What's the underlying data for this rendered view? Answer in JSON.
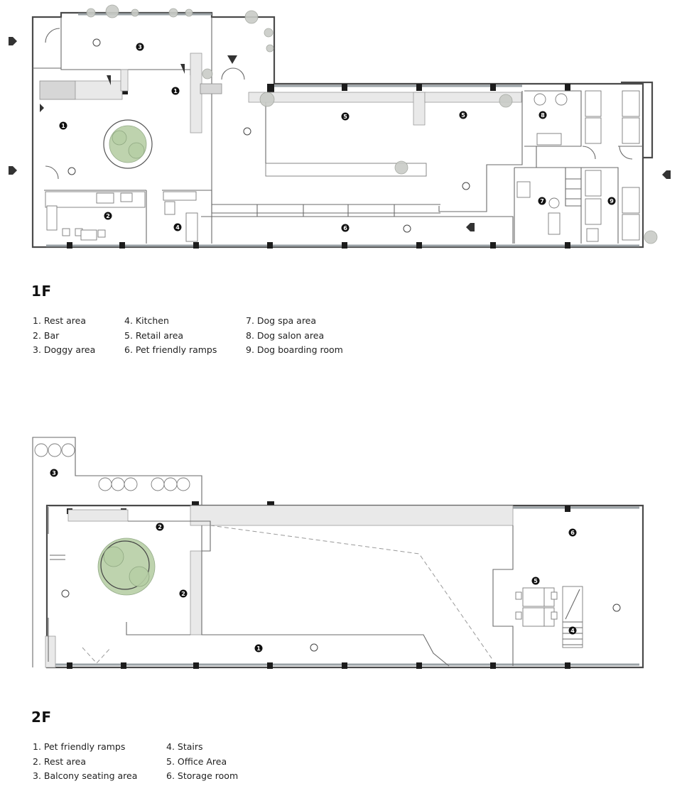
{
  "floors": [
    {
      "title": "1F",
      "legend": [
        [
          "1. Rest area",
          "2. Bar",
          "3. Doggy area"
        ],
        [
          "4. Kitchen",
          "5. Retail area",
          "6. Pet friendly ramps"
        ],
        [
          "7. Dog spa area",
          "8. Dog salon area",
          "9. Dog boarding room"
        ]
      ],
      "markers": [
        "1",
        "1",
        "2",
        "3",
        "4",
        "5",
        "5",
        "6",
        "7",
        "8",
        "9"
      ]
    },
    {
      "title": "2F",
      "legend": [
        [
          "1. Pet friendly ramps",
          "2. Rest area",
          "3. Balcony seating area"
        ],
        [
          "4. Stairs",
          "5. Office Area",
          "6. Storage room"
        ]
      ],
      "markers": [
        "1",
        "2",
        "2",
        "3",
        "4",
        "5",
        "6"
      ]
    }
  ],
  "colors": {
    "wall": "#4a4a4a",
    "greenery": "#b7cfa6",
    "column": "#1c1c1c"
  }
}
